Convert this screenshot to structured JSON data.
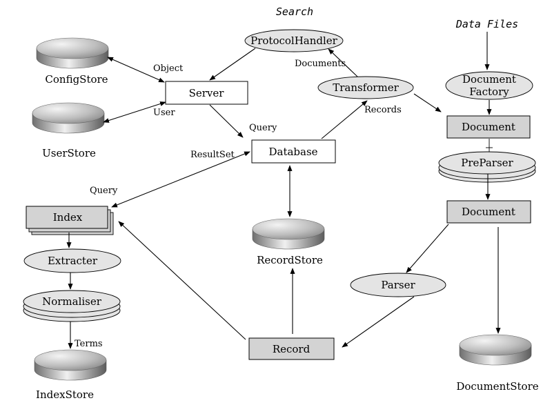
{
  "sources": {
    "search": "Search",
    "data_files": "Data Files"
  },
  "stores": {
    "config": "ConfigStore",
    "user": "UserStore",
    "record": "RecordStore",
    "index": "IndexStore",
    "document": "DocumentStore"
  },
  "boxes": {
    "server": "Server",
    "database": "Database",
    "document_top": "Document",
    "document_mid": "Document",
    "record": "Record",
    "index": "Index"
  },
  "ellipses": {
    "protocol_handler": "ProtocolHandler",
    "transformer": "Transformer",
    "document_factory_line1": "Document",
    "document_factory_line2": "Factory",
    "pre_parser": "PreParser",
    "parser": "Parser",
    "extracter": "Extracter",
    "normaliser": "Normaliser"
  },
  "edges": {
    "object": "Object",
    "user": "User",
    "query_server_db": "Query",
    "result_set": "ResultSet",
    "query_index": "Query",
    "documents": "Documents",
    "records": "Records",
    "terms": "Terms"
  },
  "colors": {
    "box_fill_gray": "#d3d3d3",
    "ellipse_fill": "#e4e4e4",
    "cylinder_dark": "#7a7a7a",
    "cylinder_light": "#e8e8e8"
  }
}
